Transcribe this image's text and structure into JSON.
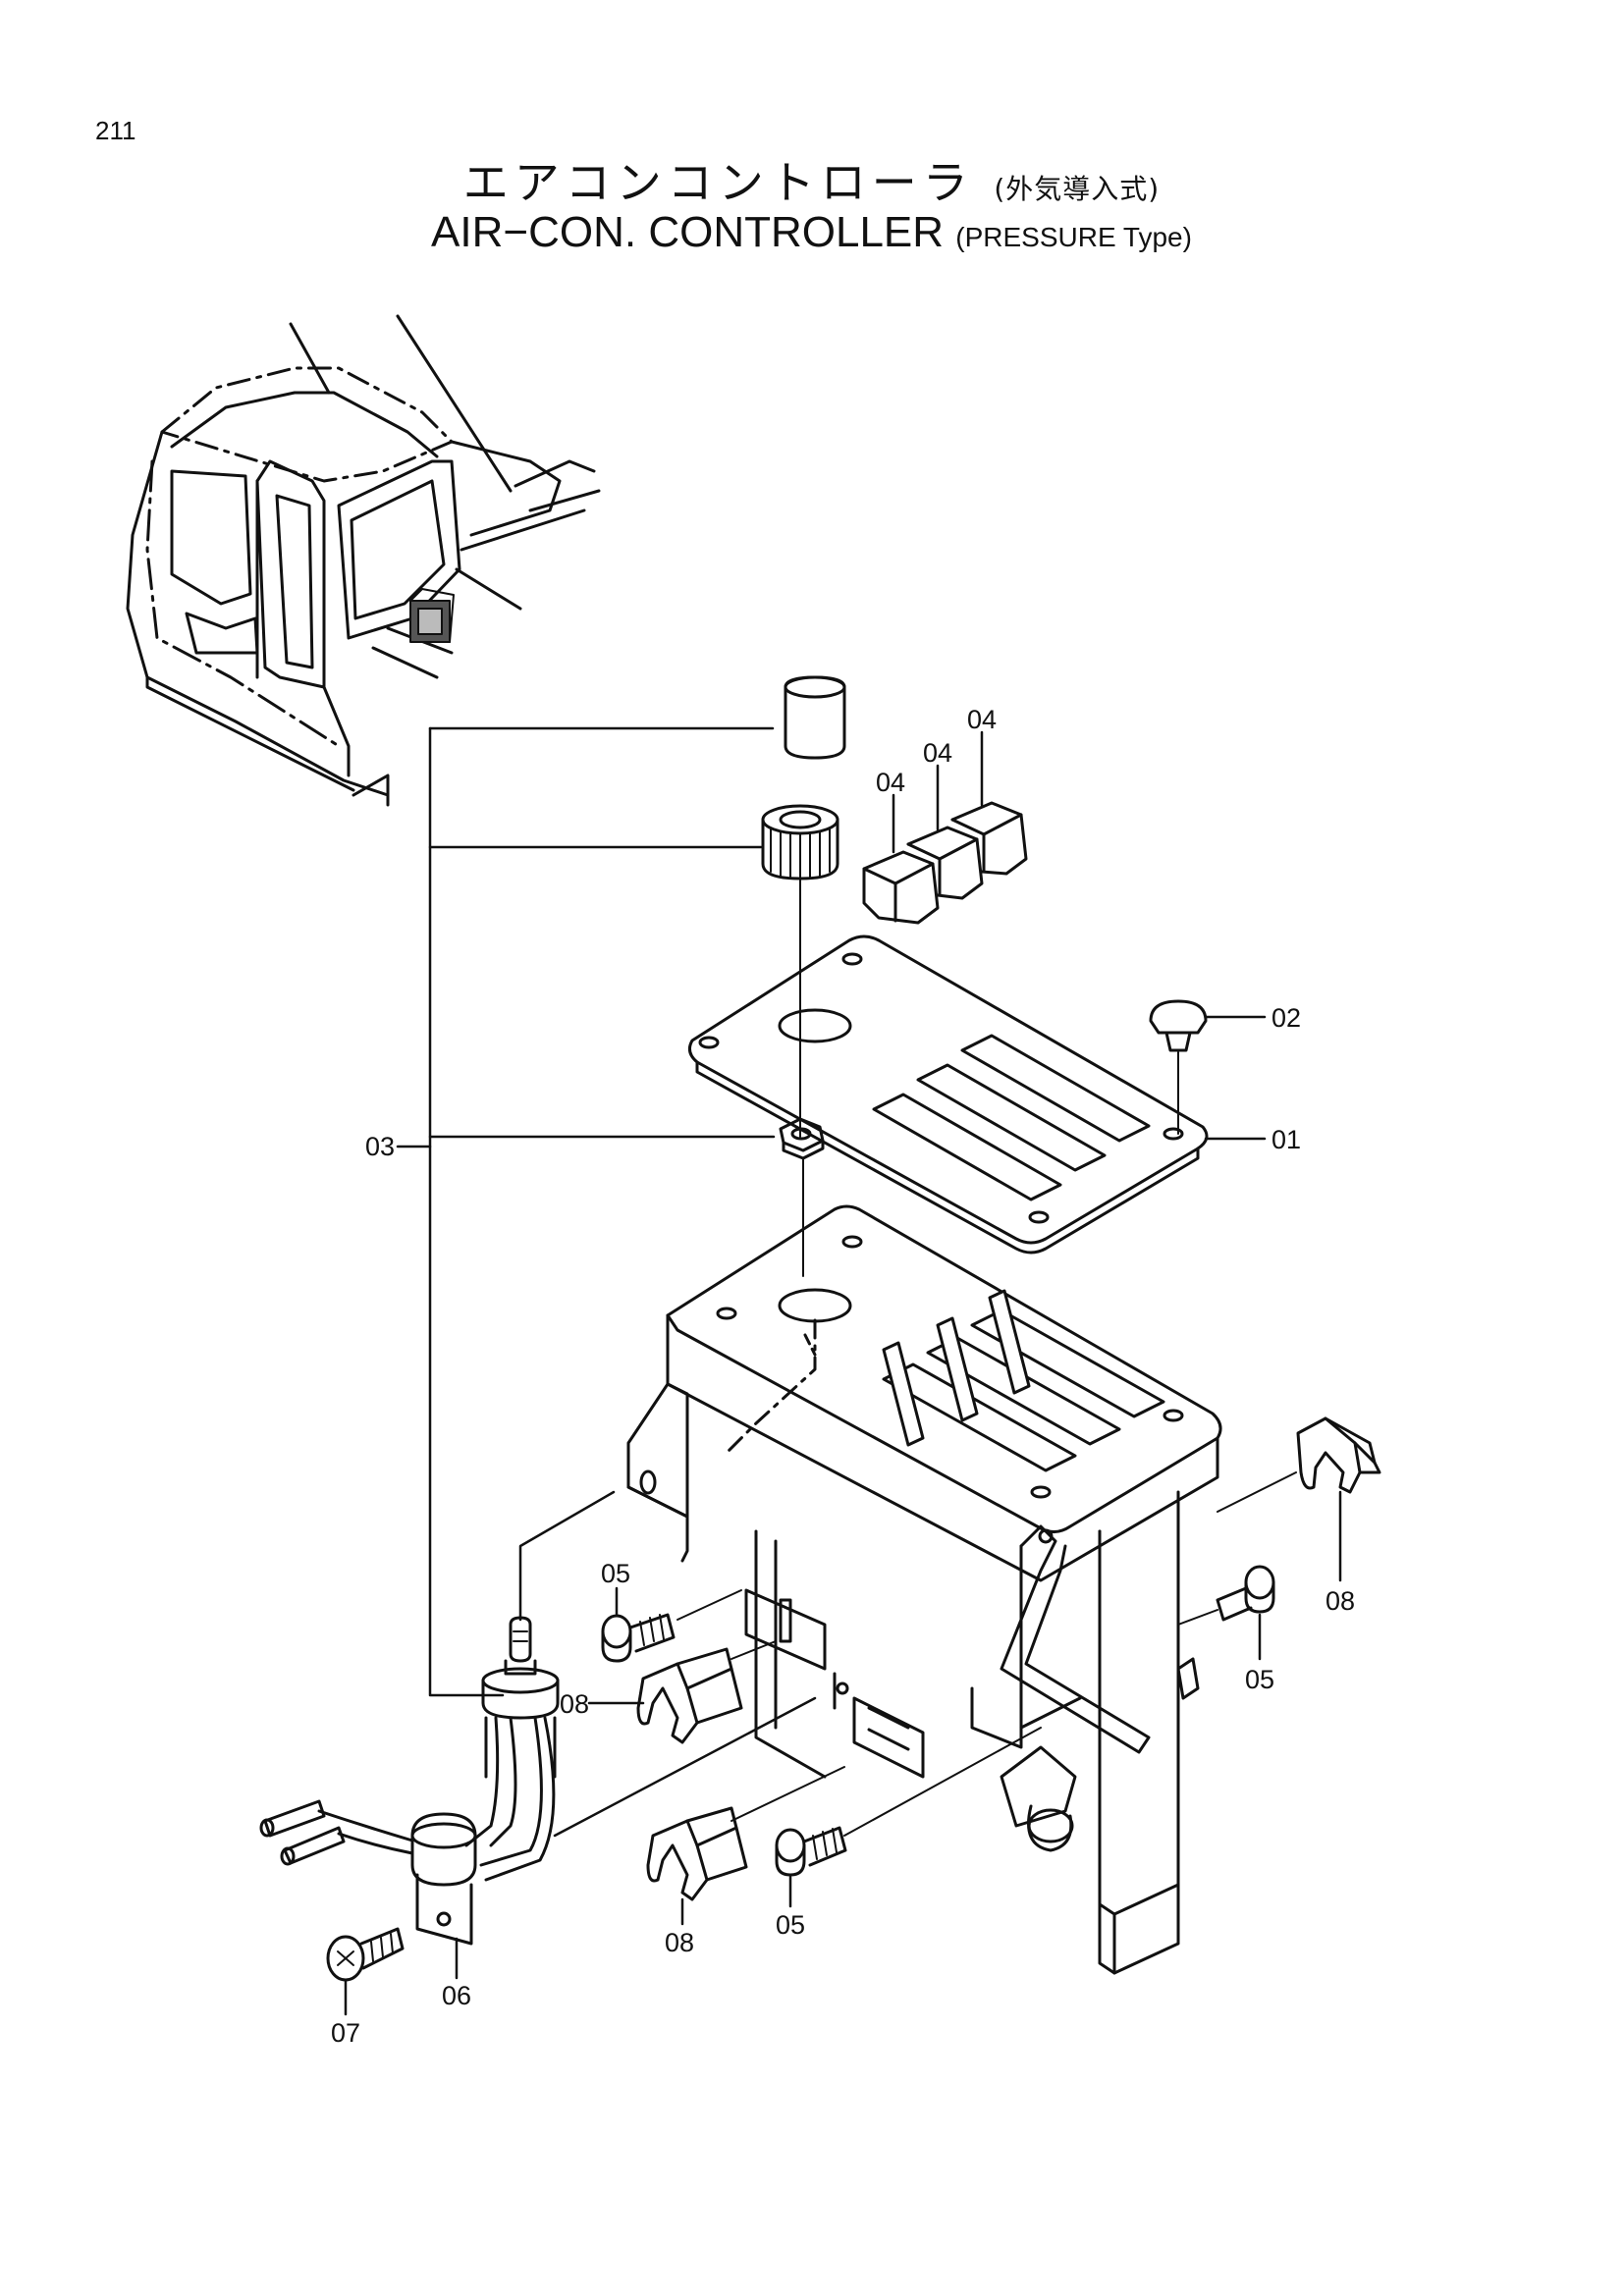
{
  "page": {
    "number": "211"
  },
  "title": {
    "jp_main": "エアコンコントローラ",
    "jp_sub": "(外気導入式)",
    "en_main": "AIR−CON. CONTROLLER",
    "en_sub": "(PRESSURE Type)"
  },
  "callouts": {
    "c01": "01",
    "c02": "02",
    "c03": "03",
    "c04a": "04",
    "c04b": "04",
    "c04c": "04",
    "c05a": "05",
    "c05b": "05",
    "c05c": "05",
    "c06": "06",
    "c07": "07",
    "c08a": "08",
    "c08b": "08",
    "c08c": "08"
  }
}
